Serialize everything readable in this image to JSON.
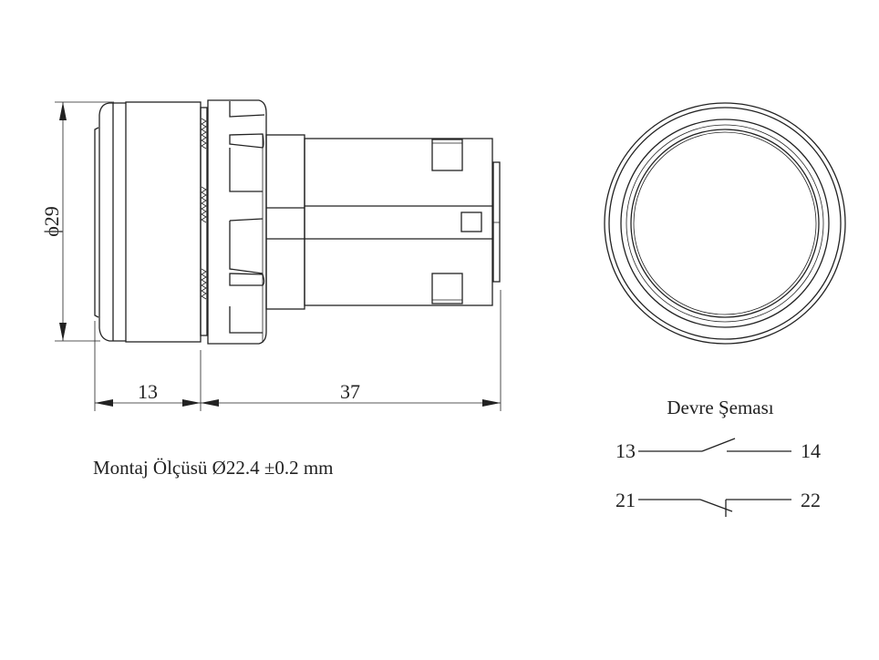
{
  "side_view": {
    "diameter_label": "ϕ29",
    "front_length_label": "13",
    "body_length_label": "37"
  },
  "mounting_note": "Montaj Ölçüsü Ø22.4 ±0.2 mm",
  "circuit": {
    "title": "Devre Şeması",
    "no_contact": {
      "left": "13",
      "right": "14"
    },
    "nc_contact": {
      "left": "21",
      "right": "22"
    }
  }
}
